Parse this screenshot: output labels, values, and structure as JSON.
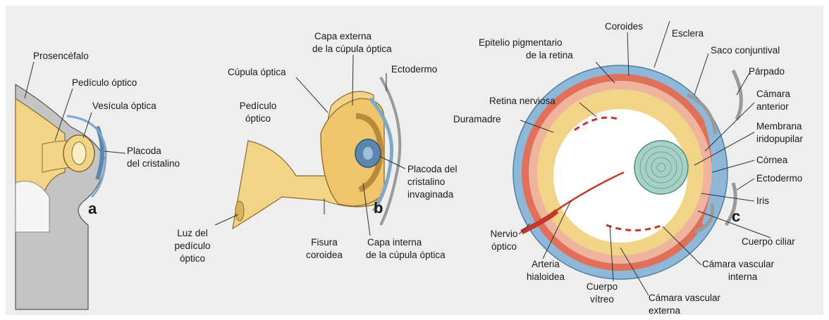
{
  "panel_a": {
    "tag": "a",
    "labels": {
      "prosencefalo": "Prosencéfalo",
      "pediculo": "Pedículo óptico",
      "vesicula": "Vesícula óptica",
      "placoda_1": "Placoda",
      "placoda_2": "del cristalino"
    }
  },
  "panel_b": {
    "tag": "b",
    "labels": {
      "capa_ext_1": "Capa externa",
      "capa_ext_2": "de la cúpula óptica",
      "cupula": "Cúpula óptica",
      "ectodermo": "Ectodermo",
      "pediculo_1": "Pedículo",
      "pediculo_2": "óptico",
      "placoda_1": "Placoda del",
      "placoda_2": "cristalino",
      "placoda_3": "invaginada",
      "luz_1": "Luz del",
      "luz_2": "pedículo",
      "luz_3": "óptico",
      "fisura_1": "Fisura",
      "fisura_2": "coroidea",
      "capa_int_1": "Capa interna",
      "capa_int_2": "de la cúpula óptica"
    }
  },
  "panel_c": {
    "tag": "c",
    "labels": {
      "coroides": "Coroides",
      "epitelio_1": "Epitelio pigmentario",
      "epitelio_2": "de la retina",
      "esclera": "Esclera",
      "saco": "Saco conjuntival",
      "parpado": "Párpado",
      "retina": "Retina nerviosa",
      "camara_ant_1": "Cámara",
      "camara_ant_2": "anterior",
      "duramadre": "Duramadre",
      "membrana_1": "Membrana",
      "membrana_2": "iridopupilar",
      "cornea": "Córnea",
      "ectodermo": "Ectodermo",
      "iris": "Iris",
      "nervio_1": "Nervio",
      "nervio_2": "óptico",
      "cuerpo_ciliar": "Cuerpo ciliar",
      "arteria_1": "Arteria",
      "arteria_2": "hialoidea",
      "cam_vasc_int_1": "Cámara vascular",
      "cam_vasc_int_2": "interna",
      "cuerpo_vitreo_1": "Cuerpo",
      "cuerpo_vitreo_2": "vítreo",
      "cam_vasc_ext_1": "Cámara vascular",
      "cam_vasc_ext_2": "externa"
    }
  },
  "colors": {
    "background": "#eeeeee",
    "tissue_yellow": "#f2d488",
    "tissue_yellow_dark": "#d9b35c",
    "neural_blue": "#7fa8c9",
    "sclera_blue": "#8fb7d8",
    "choroid_red": "#e0705a",
    "lens_green": "#a7d1c4",
    "tissue_gray": "#b8b8b8"
  }
}
